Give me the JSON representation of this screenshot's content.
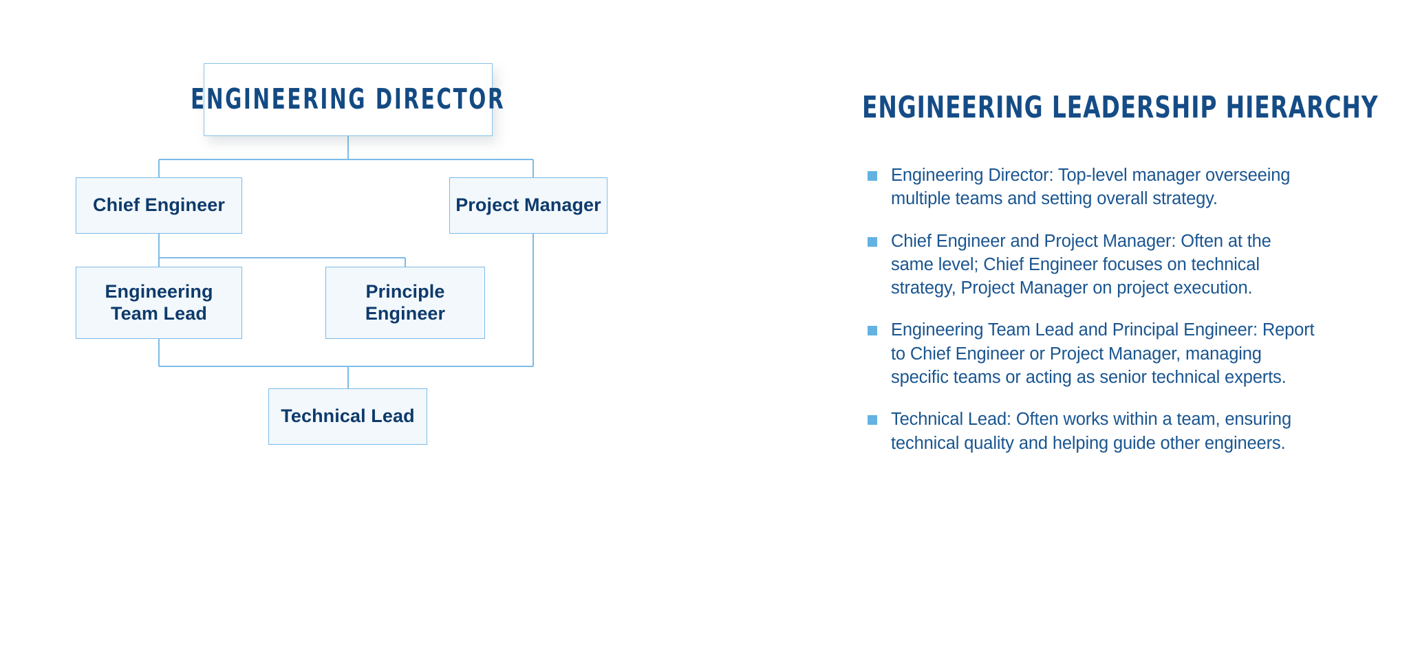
{
  "chart": {
    "nodes": [
      {
        "id": "director",
        "label": "ENGINEERING DIRECTOR",
        "level": 1
      },
      {
        "id": "chief",
        "label": "Chief Engineer",
        "level": 2
      },
      {
        "id": "pm",
        "label": "Project Manager",
        "level": 2
      },
      {
        "id": "etl",
        "label": "Engineering\nTeam Lead",
        "level": 3
      },
      {
        "id": "principle",
        "label": "Principle\nEngineer",
        "level": 3
      },
      {
        "id": "techlead",
        "label": "Technical Lead",
        "level": 4
      }
    ],
    "edges": [
      {
        "from": "director",
        "to": "chief"
      },
      {
        "from": "director",
        "to": "pm"
      },
      {
        "from": "chief",
        "to": "etl"
      },
      {
        "from": "chief",
        "to": "principle"
      },
      {
        "from": "etl",
        "to": "techlead"
      },
      {
        "from": "pm",
        "to": "techlead"
      }
    ]
  },
  "panel": {
    "title": "ENGINEERING LEADERSHIP HIERARCHY",
    "bullets": [
      {
        "text": "Engineering Director: Top-level manager overseeing multiple teams and setting overall strategy."
      },
      {
        "text": "Chief Engineer and Project Manager: Often at the same level; Chief Engineer focuses on technical strategy, Project Manager on project execution."
      },
      {
        "text": "Engineering Team Lead and Principal Engineer: Report to Chief Engineer or Project Manager, managing specific teams or acting as senior technical experts."
      },
      {
        "text": "Technical Lead: Often works within a team, ensuring technical quality and helping guide other engineers."
      }
    ]
  },
  "colors": {
    "connector": "#7cbbe8",
    "node_border": "#7cbbe8",
    "node_fill": "#f2f8fc",
    "root_fill": "#ffffff",
    "heading_navy": "#154c86",
    "body_blue": "#1a5590",
    "bullet_marker": "#63b2e2",
    "background": "#ffffff"
  }
}
